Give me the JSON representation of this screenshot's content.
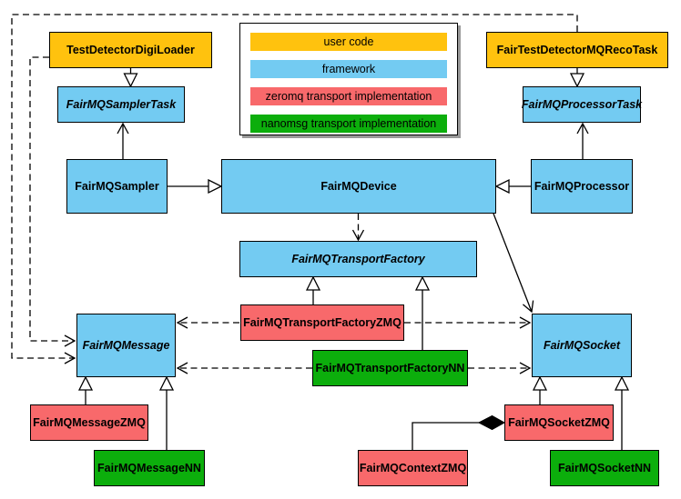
{
  "legend": {
    "items": [
      {
        "label": "user code",
        "color": "#FFC20E"
      },
      {
        "label": "framework",
        "color": "#73CBF2"
      },
      {
        "label": "zeromq transport implementation",
        "color": "#F8696B"
      },
      {
        "label": "nanomsg transport implementation",
        "color": "#0CAE0C"
      }
    ]
  },
  "colors": {
    "background": "#FFFFFF",
    "box_border": "#000000",
    "connector": "#000000"
  },
  "nodes": [
    {
      "id": "test-detector-digi-loader",
      "label": "TestDetectorDigiLoader",
      "category": "user code",
      "color": "#FFC20E",
      "abstract": false
    },
    {
      "id": "fairmq-sampler-task",
      "label": "FairMQSamplerTask",
      "category": "framework",
      "color": "#73CBF2",
      "abstract": true
    },
    {
      "id": "fairmq-sampler",
      "label": "FairMQSampler",
      "category": "framework",
      "color": "#73CBF2",
      "abstract": false
    },
    {
      "id": "fair-test-detector-mq-reco-task",
      "label": "FairTestDetectorMQRecoTask",
      "category": "user code",
      "color": "#FFC20E",
      "abstract": false
    },
    {
      "id": "fairmq-processor-task",
      "label": "FairMQProcessorTask",
      "category": "framework",
      "color": "#73CBF2",
      "abstract": true
    },
    {
      "id": "fairmq-processor",
      "label": "FairMQProcessor",
      "category": "framework",
      "color": "#73CBF2",
      "abstract": false
    },
    {
      "id": "fairmq-device",
      "label": "FairMQDevice",
      "category": "framework",
      "color": "#73CBF2",
      "abstract": false
    },
    {
      "id": "fairmq-transport-factory",
      "label": "FairMQTransportFactory",
      "category": "framework",
      "color": "#73CBF2",
      "abstract": true
    },
    {
      "id": "fairmq-transport-factory-zmq",
      "label": "FairMQTransportFactoryZMQ",
      "category": "zeromq transport implementation",
      "color": "#F8696B",
      "abstract": false
    },
    {
      "id": "fairmq-transport-factory-nn",
      "label": "FairMQTransportFactoryNN",
      "category": "nanomsg transport implementation",
      "color": "#0CAE0C",
      "abstract": false
    },
    {
      "id": "fairmq-message",
      "label": "FairMQMessage",
      "category": "framework",
      "color": "#73CBF2",
      "abstract": true
    },
    {
      "id": "fairmq-socket",
      "label": "FairMQSocket",
      "category": "framework",
      "color": "#73CBF2",
      "abstract": true
    },
    {
      "id": "fairmq-message-zmq",
      "label": "FairMQMessageZMQ",
      "category": "zeromq transport implementation",
      "color": "#F8696B",
      "abstract": false
    },
    {
      "id": "fairmq-message-nn",
      "label": "FairMQMessageNN",
      "category": "nanomsg transport implementation",
      "color": "#0CAE0C",
      "abstract": false
    },
    {
      "id": "fairmq-socket-zmq",
      "label": "FairMQSocketZMQ",
      "category": "zeromq transport implementation",
      "color": "#F8696B",
      "abstract": false
    },
    {
      "id": "fairmq-context-zmq",
      "label": "FairMQContextZMQ",
      "category": "zeromq transport implementation",
      "color": "#F8696B",
      "abstract": false
    },
    {
      "id": "fairmq-socket-nn",
      "label": "FairMQSocketNN",
      "category": "nanomsg transport implementation",
      "color": "#0CAE0C",
      "abstract": false
    }
  ],
  "relationships": [
    {
      "from": "TestDetectorDigiLoader",
      "to": "FairMQSamplerTask",
      "type": "inheritance",
      "line": "solid",
      "head": "hollow-triangle"
    },
    {
      "from": "FairMQSampler",
      "to": "FairMQSamplerTask",
      "type": "association",
      "line": "solid",
      "head": "open-arrow"
    },
    {
      "from": "FairTestDetectorMQRecoTask",
      "to": "FairMQProcessorTask",
      "type": "inheritance",
      "line": "solid",
      "head": "hollow-triangle"
    },
    {
      "from": "FairMQProcessor",
      "to": "FairMQProcessorTask",
      "type": "association",
      "line": "solid",
      "head": "open-arrow"
    },
    {
      "from": "FairMQSampler",
      "to": "FairMQDevice",
      "type": "inheritance",
      "line": "solid",
      "head": "hollow-triangle"
    },
    {
      "from": "FairMQProcessor",
      "to": "FairMQDevice",
      "type": "inheritance",
      "line": "solid",
      "head": "hollow-triangle"
    },
    {
      "from": "FairMQDevice",
      "to": "FairMQTransportFactory",
      "type": "dependency",
      "line": "dashed",
      "head": "open-arrow"
    },
    {
      "from": "FairMQTransportFactoryZMQ",
      "to": "FairMQTransportFactory",
      "type": "inheritance",
      "line": "solid",
      "head": "hollow-triangle"
    },
    {
      "from": "FairMQTransportFactoryNN",
      "to": "FairMQTransportFactory",
      "type": "inheritance",
      "line": "solid",
      "head": "hollow-triangle"
    },
    {
      "from": "FairMQDevice",
      "to": "FairMQSocket",
      "type": "association",
      "line": "solid",
      "head": "open-arrow"
    },
    {
      "from": "FairMQMessageZMQ",
      "to": "FairMQMessage",
      "type": "inheritance",
      "line": "solid",
      "head": "hollow-triangle"
    },
    {
      "from": "FairMQMessageNN",
      "to": "FairMQMessage",
      "type": "inheritance",
      "line": "solid",
      "head": "hollow-triangle"
    },
    {
      "from": "FairMQSocketZMQ",
      "to": "FairMQSocket",
      "type": "inheritance",
      "line": "solid",
      "head": "hollow-triangle"
    },
    {
      "from": "FairMQSocketNN",
      "to": "FairMQSocket",
      "type": "inheritance",
      "line": "solid",
      "head": "hollow-triangle"
    },
    {
      "from": "FairMQContextZMQ",
      "to": "FairMQSocketZMQ",
      "type": "composition",
      "line": "solid",
      "head": "filled-diamond"
    },
    {
      "from": "FairMQTransportFactoryZMQ",
      "to": "FairMQMessage",
      "type": "dependency",
      "line": "dashed",
      "head": "open-arrow"
    },
    {
      "from": "FairMQTransportFactoryZMQ",
      "to": "FairMQSocket",
      "type": "dependency",
      "line": "dashed",
      "head": "open-arrow"
    },
    {
      "from": "FairMQTransportFactoryNN",
      "to": "FairMQMessage",
      "type": "dependency",
      "line": "dashed",
      "head": "open-arrow"
    },
    {
      "from": "FairMQTransportFactoryNN",
      "to": "FairMQSocket",
      "type": "dependency",
      "line": "dashed",
      "head": "open-arrow"
    },
    {
      "from": "FairTestDetectorMQRecoTask",
      "to": "FairMQMessage",
      "type": "dependency",
      "line": "dashed",
      "head": "open-arrow"
    },
    {
      "from": "TestDetectorDigiLoader",
      "to": "FairMQMessage",
      "type": "dependency",
      "line": "dashed",
      "head": "open-arrow"
    }
  ]
}
